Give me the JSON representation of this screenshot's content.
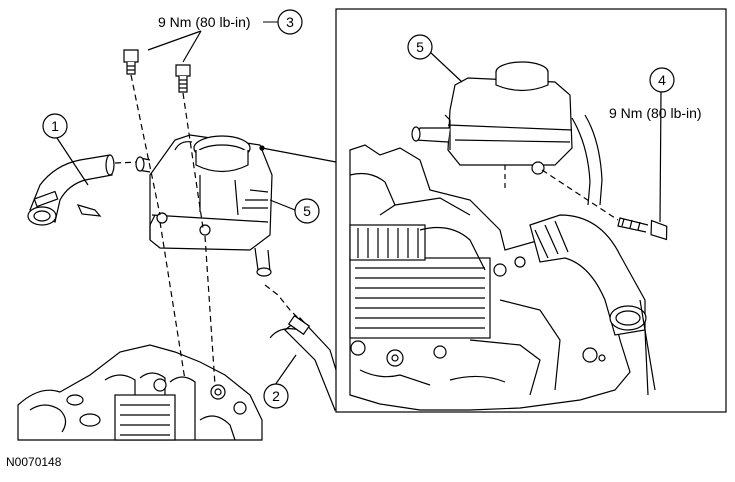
{
  "figure_code": "N0070148",
  "left_view": {
    "torque_spec": "9 Nm (80 lb-in)",
    "callouts": {
      "c1": "1",
      "c2": "2",
      "c3": "3",
      "c5": "5"
    }
  },
  "detail_view": {
    "torque_spec": "9 Nm (80 lb-in)",
    "callouts": {
      "c4": "4",
      "c5": "5"
    }
  },
  "icons": [
    "coolant-reservoir-icon",
    "bolt-icon",
    "hose-icon",
    "engine-block-icon",
    "turbo-pipe-icon"
  ]
}
